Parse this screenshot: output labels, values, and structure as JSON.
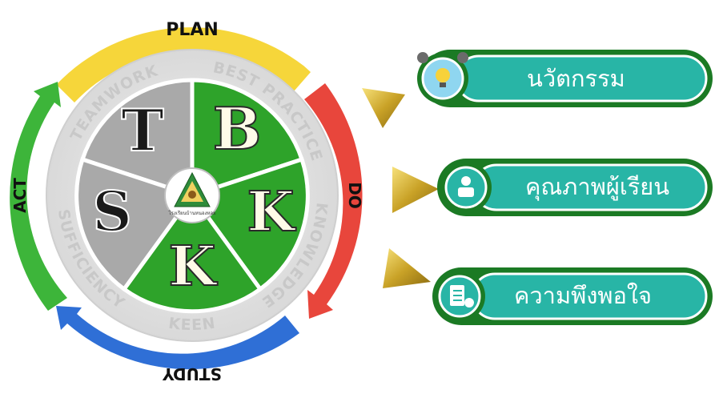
{
  "cycle": {
    "plan": "PLAN",
    "do": "DO",
    "study": "STUDY",
    "act": "ACT"
  },
  "ring_words": {
    "teamwork": "TEAMWORK",
    "best_practice": "BEST PRACTICE",
    "knowledge": "KNOWLEDGE",
    "keen": "KEEN",
    "sufficiency": "SUFFICIENCY"
  },
  "segments": {
    "t": "T",
    "b": "B",
    "k_right": "K",
    "k_bottom": "K",
    "s": "S"
  },
  "logo": {
    "caption": "โรงเรียนบ้านหนองหอย"
  },
  "items": [
    {
      "label": "นวัตกรรม",
      "icon": "innovation-lightbulb-gear-icon"
    },
    {
      "label": "คุณภาพผู้เรียน",
      "icon": "student-presenter-icon"
    },
    {
      "label": "ความพึงพอใจ",
      "icon": "checklist-gear-icon"
    }
  ],
  "colors": {
    "plan": "#F6D63A",
    "do": "#E8463C",
    "study": "#2F6FD6",
    "act": "#3DB53A",
    "green_segment": "#2EA32A",
    "gray_segment": "#A9A9A9",
    "ring_text": "#C8C8C8",
    "pill_teal": "#28B5A6",
    "pill_dark": "#1B7A24",
    "arrow_gold": "#C9A227"
  }
}
